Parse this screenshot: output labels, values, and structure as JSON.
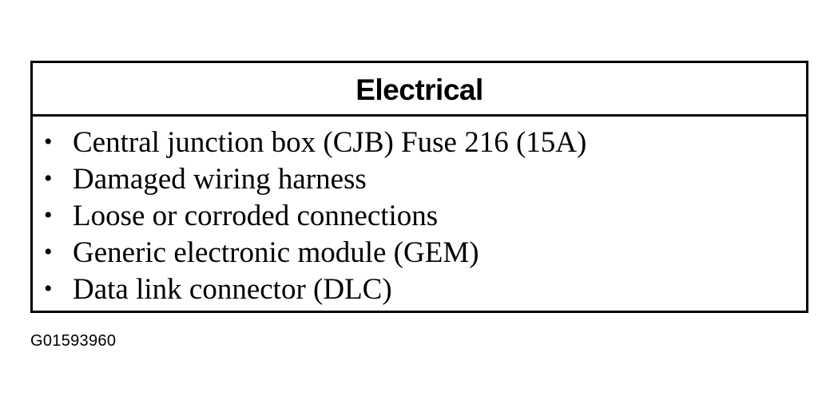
{
  "table": {
    "title": "Electrical",
    "bullet_symbol": "•",
    "items": [
      "Central junction box (CJB) Fuse 216 (15A)",
      "Damaged wiring harness",
      "Loose or corroded connections",
      "Generic electronic module (GEM)",
      "Data link connector (DLC)"
    ]
  },
  "caption": {
    "figure_id": "G01593960"
  }
}
